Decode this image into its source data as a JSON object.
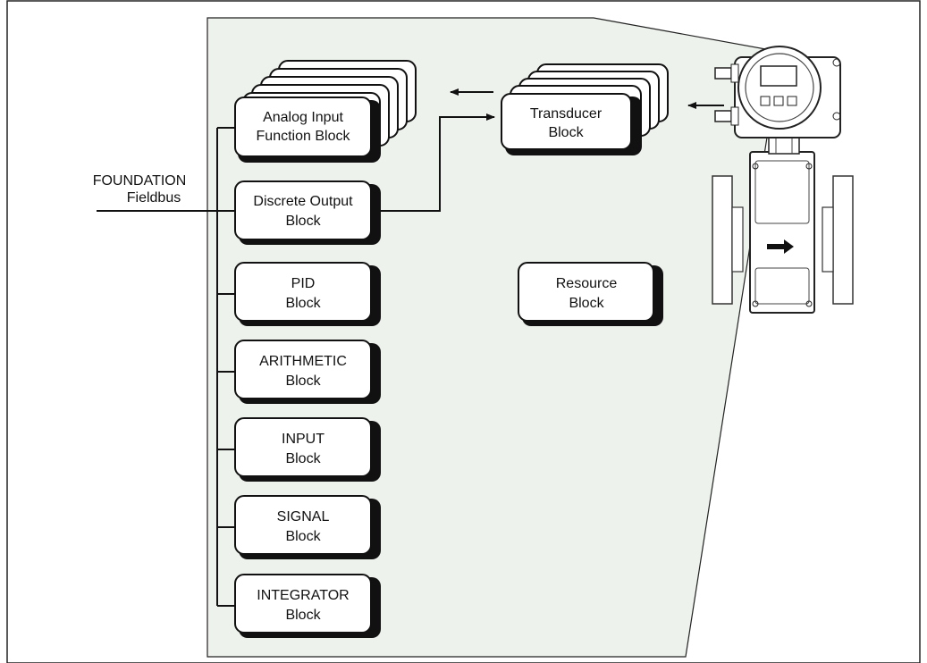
{
  "bus": {
    "line1": "FOUNDATION",
    "line2": "Fieldbus"
  },
  "blocks": {
    "analog_input": {
      "line1": "Analog Input",
      "line2": "Function Block"
    },
    "discrete_output": {
      "line1": "Discrete Output",
      "line2": "Block"
    },
    "pid": {
      "line1": "PID",
      "line2": "Block"
    },
    "arithmetic": {
      "line1": "ARITHMETIC",
      "line2": "Block"
    },
    "input": {
      "line1": "INPUT",
      "line2": "Block"
    },
    "signal": {
      "line1": "SIGNAL",
      "line2": "Block"
    },
    "integrator": {
      "line1": "INTEGRATOR",
      "line2": "Block"
    },
    "transducer": {
      "line1": "Transducer",
      "line2": "Block"
    },
    "resource": {
      "line1": "Resource",
      "line2": "Block"
    }
  }
}
